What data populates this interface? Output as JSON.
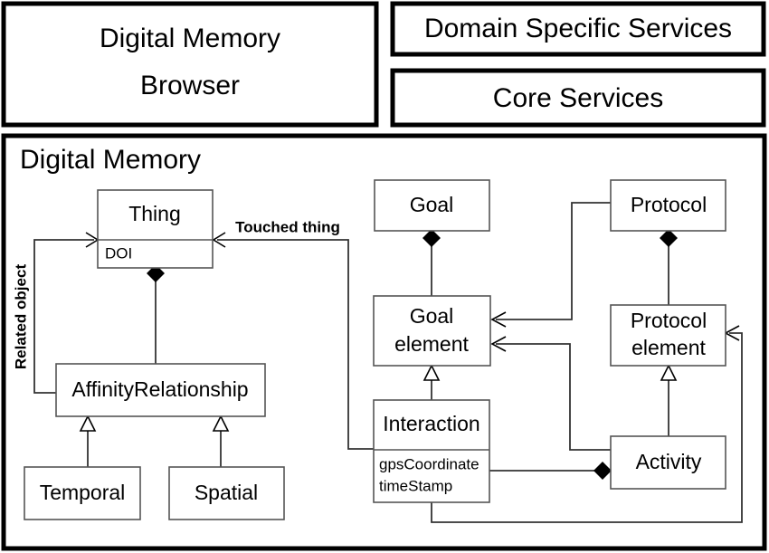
{
  "diagram": {
    "title": "Digital Memory architecture UML class diagram",
    "colors": {
      "frame_stroke": "#000000",
      "box_stroke": "#555555",
      "connector_stroke": "#333333",
      "background": "#ffffff"
    },
    "layers": [
      {
        "id": "browser",
        "label_line1": "Digital Memory",
        "label_line2": "Browser"
      },
      {
        "id": "domain_services",
        "label": "Domain Specific Services"
      },
      {
        "id": "core_services",
        "label": "Core Services"
      }
    ],
    "package": {
      "id": "digital-memory",
      "label": "Digital Memory"
    },
    "classes": [
      {
        "id": "thing",
        "name": "Thing",
        "attributes": [
          "DOI"
        ]
      },
      {
        "id": "affinity-relationship",
        "name": "AffinityRelationship",
        "attributes": []
      },
      {
        "id": "temporal",
        "name": "Temporal",
        "attributes": []
      },
      {
        "id": "spatial",
        "name": "Spatial",
        "attributes": []
      },
      {
        "id": "goal",
        "name": "Goal",
        "attributes": []
      },
      {
        "id": "goal-element",
        "name_line1": "Goal",
        "name_line2": "element",
        "attributes": []
      },
      {
        "id": "interaction",
        "name": "Interaction",
        "attributes": [
          "gpsCoordinate",
          "timeStamp"
        ]
      },
      {
        "id": "protocol",
        "name": "Protocol",
        "attributes": []
      },
      {
        "id": "protocol-element",
        "name_line1": "Protocol",
        "name_line2": "element",
        "attributes": []
      },
      {
        "id": "activity",
        "name": "Activity",
        "attributes": []
      }
    ],
    "edge_labels": [
      {
        "id": "related-object",
        "label": "Related object",
        "orientation": "vertical"
      },
      {
        "id": "touched-thing",
        "label": "Touched thing",
        "orientation": "horizontal"
      }
    ],
    "relationships": [
      {
        "id": "thing-affinity",
        "from": "thing",
        "to": "affinity-relationship",
        "type": "composition"
      },
      {
        "id": "affinity-thing-related",
        "from": "affinity-relationship",
        "to": "thing",
        "type": "association",
        "label": "Related object"
      },
      {
        "id": "interaction-thing-touched",
        "from": "interaction",
        "to": "thing",
        "type": "association",
        "label": "Touched thing"
      },
      {
        "id": "temporal-affinity",
        "from": "temporal",
        "to": "affinity-relationship",
        "type": "generalization"
      },
      {
        "id": "spatial-affinity",
        "from": "spatial",
        "to": "affinity-relationship",
        "type": "generalization"
      },
      {
        "id": "goal-goalelement",
        "from": "goal",
        "to": "goal-element",
        "type": "composition"
      },
      {
        "id": "interaction-goalelement",
        "from": "interaction",
        "to": "goal-element",
        "type": "generalization"
      },
      {
        "id": "protocol-goalelement",
        "from": "protocol",
        "to": "goal-element",
        "type": "association"
      },
      {
        "id": "activity-goalelement",
        "from": "activity",
        "to": "goal-element",
        "type": "association"
      },
      {
        "id": "protocol-protocolelement",
        "from": "protocol",
        "to": "protocol-element",
        "type": "composition"
      },
      {
        "id": "activity-protocolelement",
        "from": "activity",
        "to": "protocol-element",
        "type": "generalization"
      },
      {
        "id": "interaction-protocolelement",
        "from": "interaction",
        "to": "protocol-element",
        "type": "association"
      },
      {
        "id": "interaction-activity",
        "from": "activity",
        "to": "interaction",
        "type": "composition"
      }
    ]
  }
}
